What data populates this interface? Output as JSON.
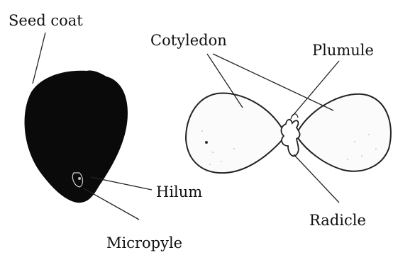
{
  "labels": {
    "seed_coat": "Seed coat",
    "cotyledon": "Cotyledon",
    "plumule": "Plumule",
    "hilum": "Hilum",
    "radicle": "Radicle",
    "micropyle": "Micropyle"
  },
  "colors": {
    "seed": "#0a0a0a",
    "line": "#222222",
    "background": "#ffffff"
  }
}
